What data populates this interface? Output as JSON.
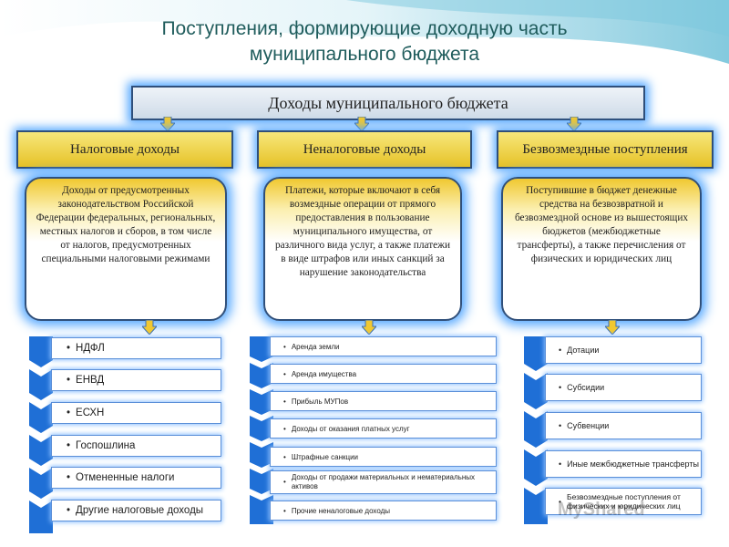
{
  "title_line1": "Поступления, формирующие доходную часть",
  "title_line2": "муниципального бюджета",
  "main": "Доходы муниципального бюджета",
  "categories": [
    {
      "label": "Налоговые доходы",
      "description": "Доходы от предусмотренных законодательством Российской Федерации федеральных, региональных, местных налогов и сборов, в том числе от налогов, предусмотренных специальными налоговыми режимами",
      "items": [
        "НДФЛ",
        "ЕНВД",
        "ЕСХН",
        "Госпошлина",
        "Отмененные налоги",
        "Другие налоговые доходы"
      ]
    },
    {
      "label": "Неналоговые доходы",
      "description": "Платежи, которые включают в себя возмездные операции от прямого предоставления в пользование муниципального имущества, от различного вида услуг, а также платежи в виде штрафов или иных санкций за нарушение законодательства",
      "items": [
        "Аренда земли",
        "Аренда имущества",
        "Прибыль МУПов",
        "Доходы от оказания платных услуг",
        "Штрафные санкции",
        "Доходы от продажи материальных и нематериальных активов",
        "Прочие неналоговые доходы"
      ]
    },
    {
      "label": "Безвозмездные поступления",
      "description": "Поступившие в бюджет денежные средства на безвозвратной и безвозмездной основе из вышестоящих бюджетов (межбюджетные трансферты), а также перечисления от физических и юридических лиц",
      "items": [
        "Дотации",
        "Субсидии",
        "Субвенции",
        "Иные межбюджетные трансферты",
        "Безвозмездные поступления от физических и юридических лиц"
      ]
    }
  ],
  "watermark": "MyShared",
  "colors": {
    "title": "#1f5c5c",
    "border": "#2f4f7a",
    "glow": "#55a8ff",
    "category_fill": "#e6c228",
    "chevron": "#1f6fd6"
  }
}
